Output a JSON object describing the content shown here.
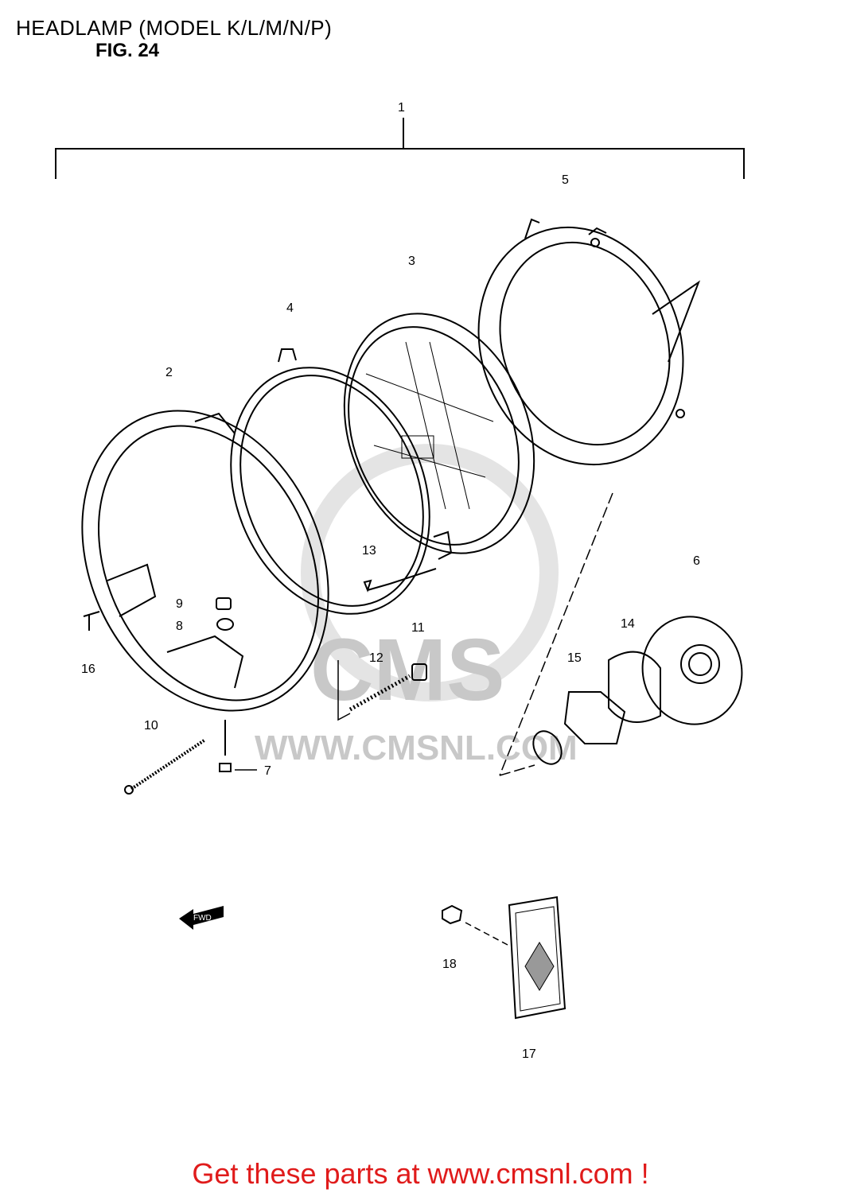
{
  "header": {
    "title": "HEADLAMP (MODEL K/L/M/N/P)",
    "figure": "FIG. 24"
  },
  "diagram": {
    "part_labels": [
      "1",
      "2",
      "3",
      "4",
      "5",
      "6",
      "7",
      "8",
      "9",
      "10",
      "11",
      "12",
      "13",
      "14",
      "15",
      "16",
      "17",
      "18"
    ],
    "fwd_badge": "FWD",
    "watermark_logo": "CMS",
    "watermark_url": "WWW.CMSNL.COM"
  },
  "footer": {
    "link_text": "Get these parts at www.cmsnl.com !",
    "color": "#e01b1b"
  }
}
